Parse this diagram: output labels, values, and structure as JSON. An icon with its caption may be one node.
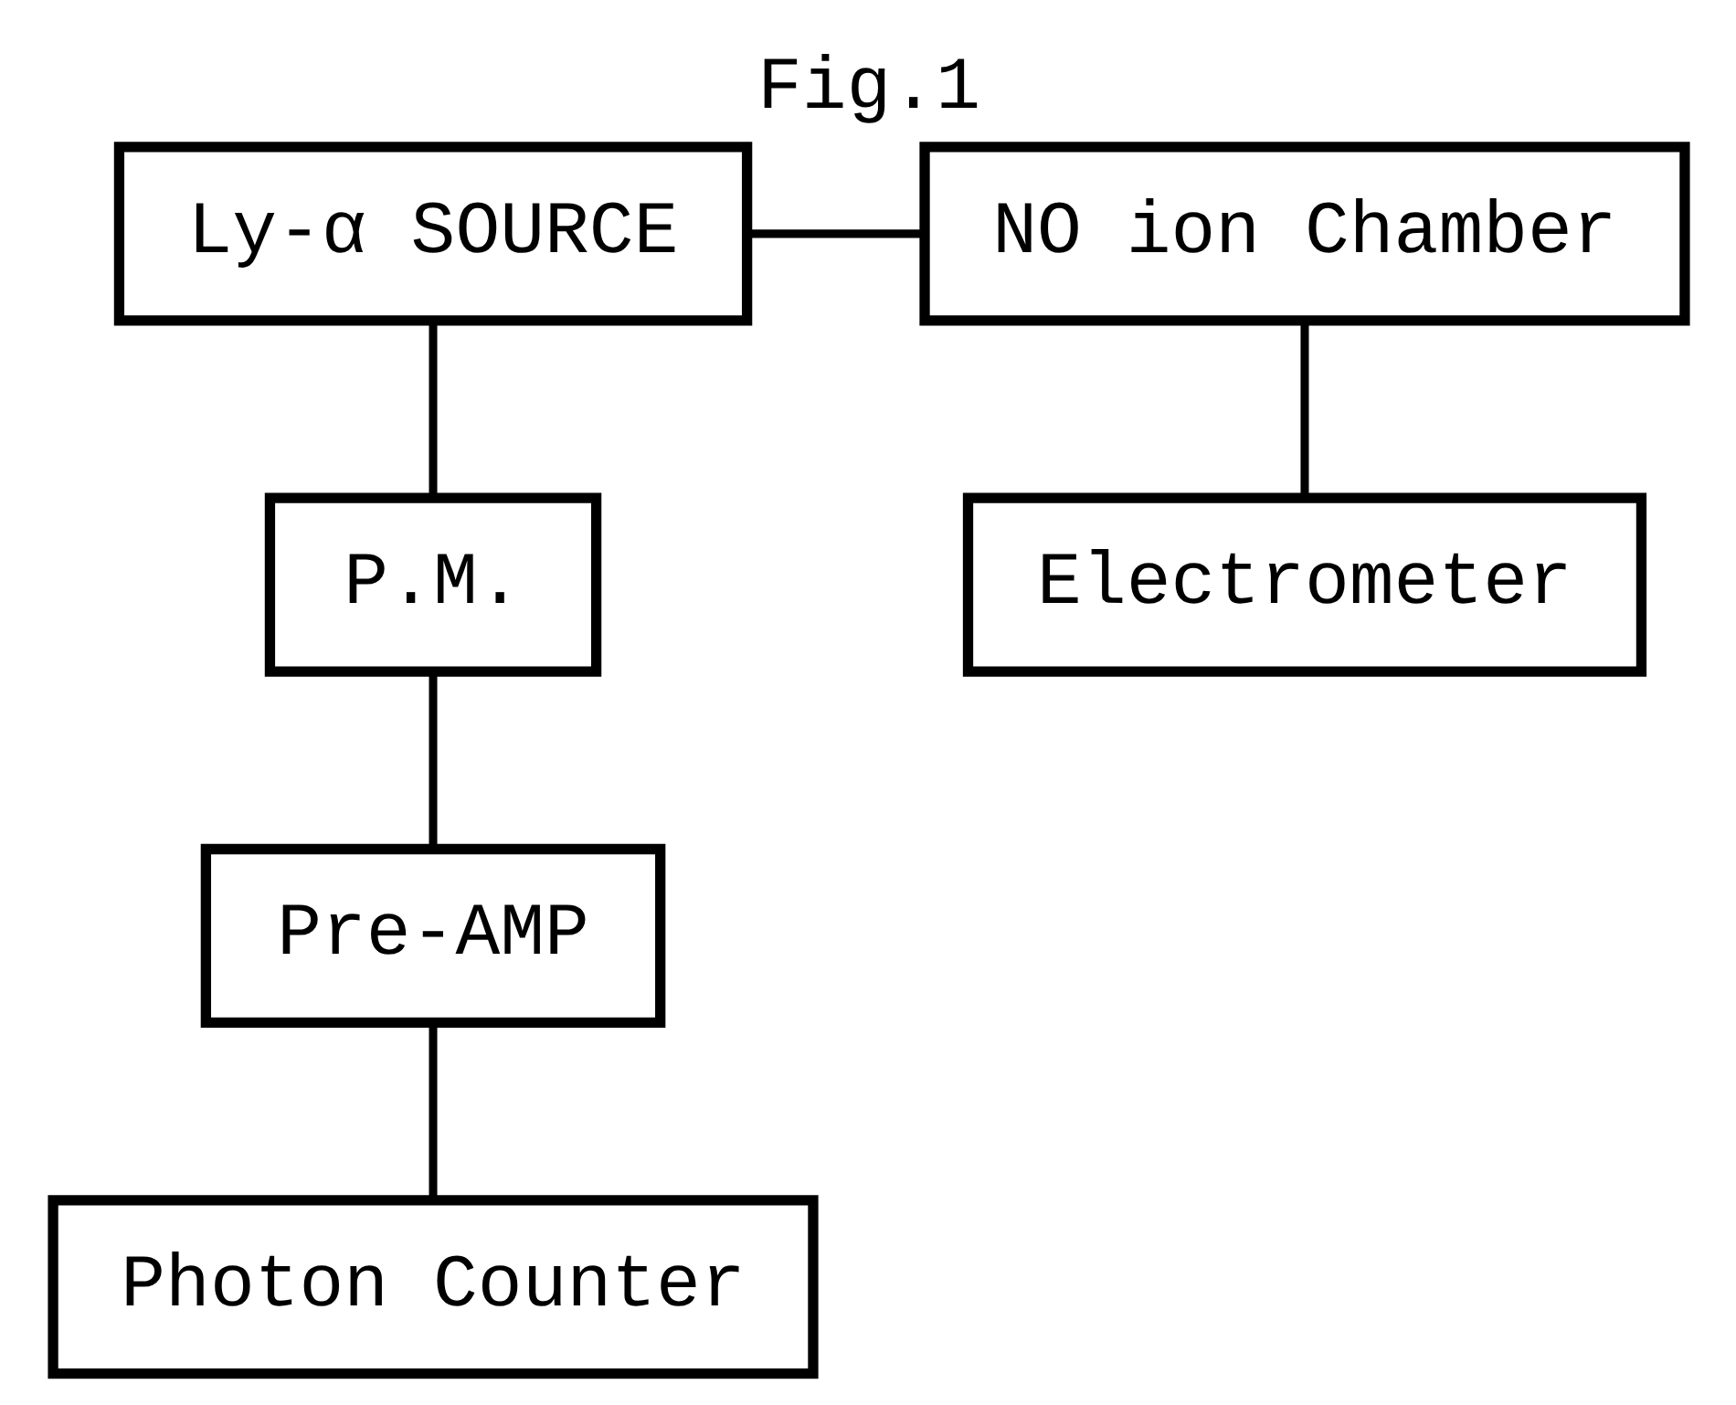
{
  "diagram": {
    "title": "Fig.1",
    "nodes": [
      {
        "text": [
          "Ly-α SOURCE"
        ]
      },
      {
        "text": [
          "NO ion Chamber"
        ]
      },
      {
        "text": [
          "P.M."
        ]
      },
      {
        "text": [
          "Electrometer"
        ]
      },
      {
        "text": [
          "Pre-AMP"
        ]
      },
      {
        "text": [
          "Photon Counter"
        ]
      }
    ],
    "edges": [
      {
        "from": 0,
        "to": 1,
        "arrow": "none"
      },
      {
        "from": 0,
        "to": 2,
        "arrow": "none"
      },
      {
        "from": 1,
        "to": 3,
        "arrow": "none"
      },
      {
        "from": 2,
        "to": 4,
        "arrow": "none"
      },
      {
        "from": 4,
        "to": 5,
        "arrow": "none"
      }
    ]
  }
}
